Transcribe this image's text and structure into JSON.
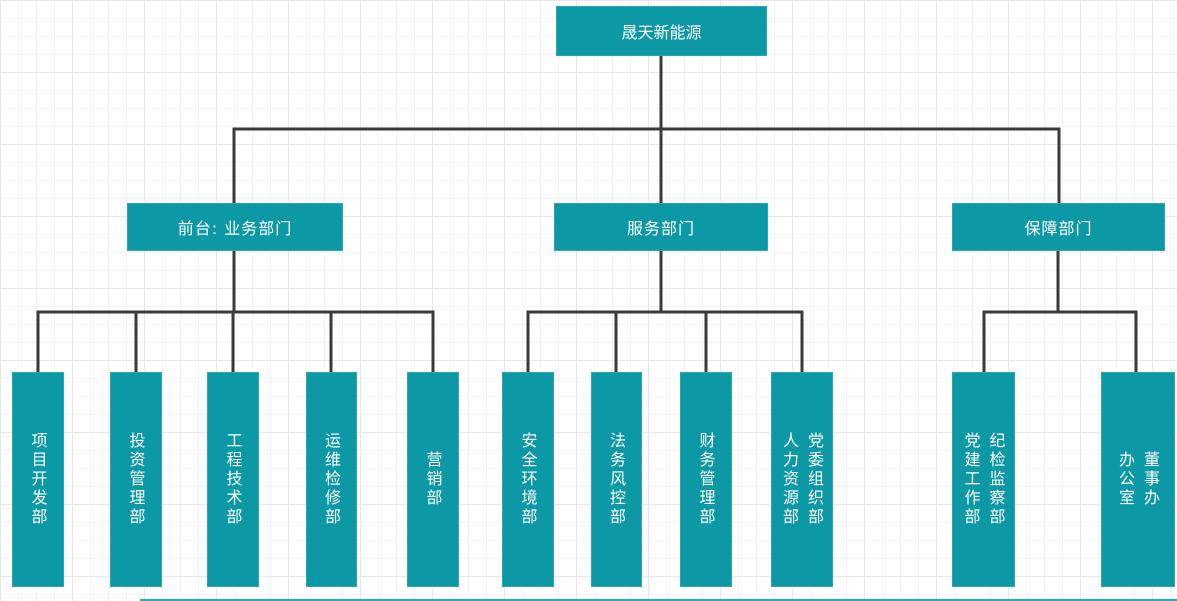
{
  "diagram": {
    "type": "org-chart",
    "root": {
      "label": "晟天新能源"
    },
    "branches": [
      {
        "label": "前台: 业务部门",
        "children": [
          {
            "label": "项目开发部"
          },
          {
            "label": "投资管理部"
          },
          {
            "label": "工程技术部"
          },
          {
            "label": "运维检修部"
          },
          {
            "label": "营销部"
          }
        ]
      },
      {
        "label": "服务部门",
        "children": [
          {
            "label": "安全环境部"
          },
          {
            "label": "法务风控部"
          },
          {
            "label": "财务管理部"
          },
          {
            "label": "党委组织部\n人力资源部"
          }
        ]
      },
      {
        "label": "保障部门",
        "children": [
          {
            "label": "纪检监察部\n党建工作部"
          },
          {
            "label": "董事办\n办公室"
          }
        ]
      }
    ]
  },
  "colors": {
    "node_fill": "#0d98a6",
    "node_border": "#2ba7b4",
    "node_text": "#ffffff",
    "connector": "#3a3a3a",
    "grid_minor": "#f3f3f3",
    "grid_major": "#e7e7e7",
    "canvas_bg": "#ffffff"
  }
}
